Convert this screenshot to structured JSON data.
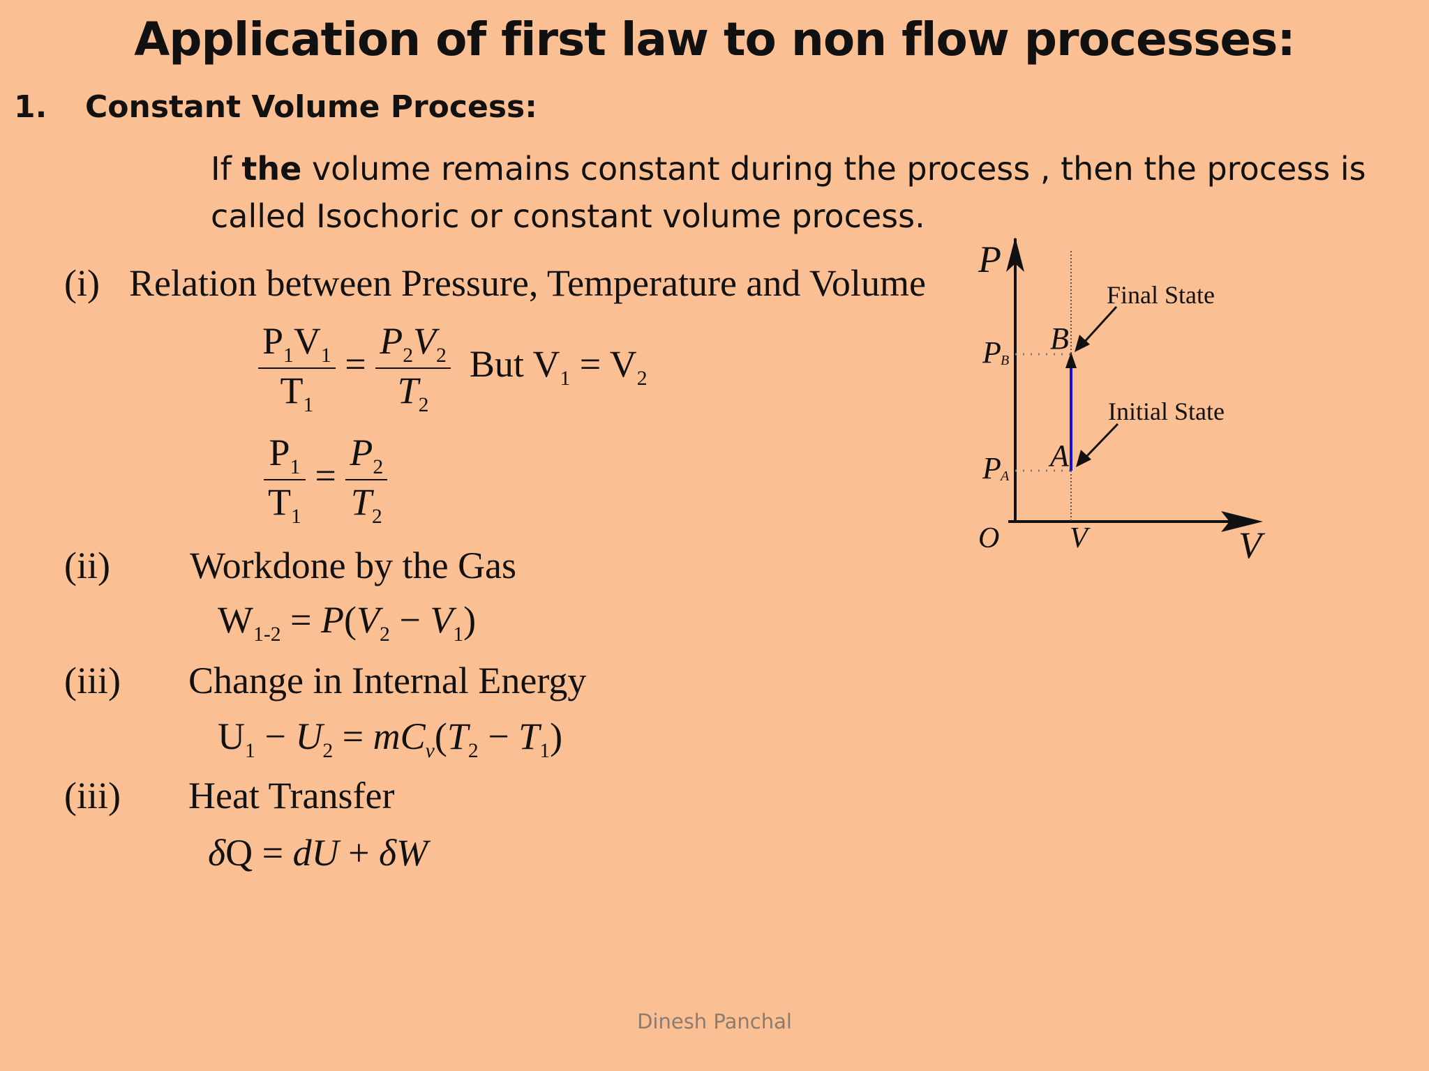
{
  "title": "Application of first law to non flow processes:",
  "section": {
    "number": "1.",
    "heading": "Constant Volume Process:"
  },
  "intro": {
    "pre": "If ",
    "bold": "the",
    "post": " volume remains constant during the process , then the process is called Isochoric or constant volume process."
  },
  "items": [
    {
      "num": "(i)",
      "label": "Relation between Pressure, Temperature and Volume"
    },
    {
      "num": "(ii)",
      "label": "Workdone by the Gas"
    },
    {
      "num": "(iii)",
      "label": "Change in Internal Energy"
    },
    {
      "num": "(iii)",
      "label": "Heat Transfer"
    }
  ],
  "equations": {
    "but": "But",
    "eq_sign": "="
  },
  "diagram": {
    "axis_p": "P",
    "axis_v": "V",
    "origin": "O",
    "pb": "P",
    "pb_sub": "B",
    "pa": "P",
    "pa_sub": "A",
    "point_b": "B",
    "point_a": "A",
    "v_tick": "V",
    "final_state": "Final State",
    "initial_state": "Initial State",
    "line_color": "#1010e0"
  },
  "footer": "Dinesh Panchal"
}
